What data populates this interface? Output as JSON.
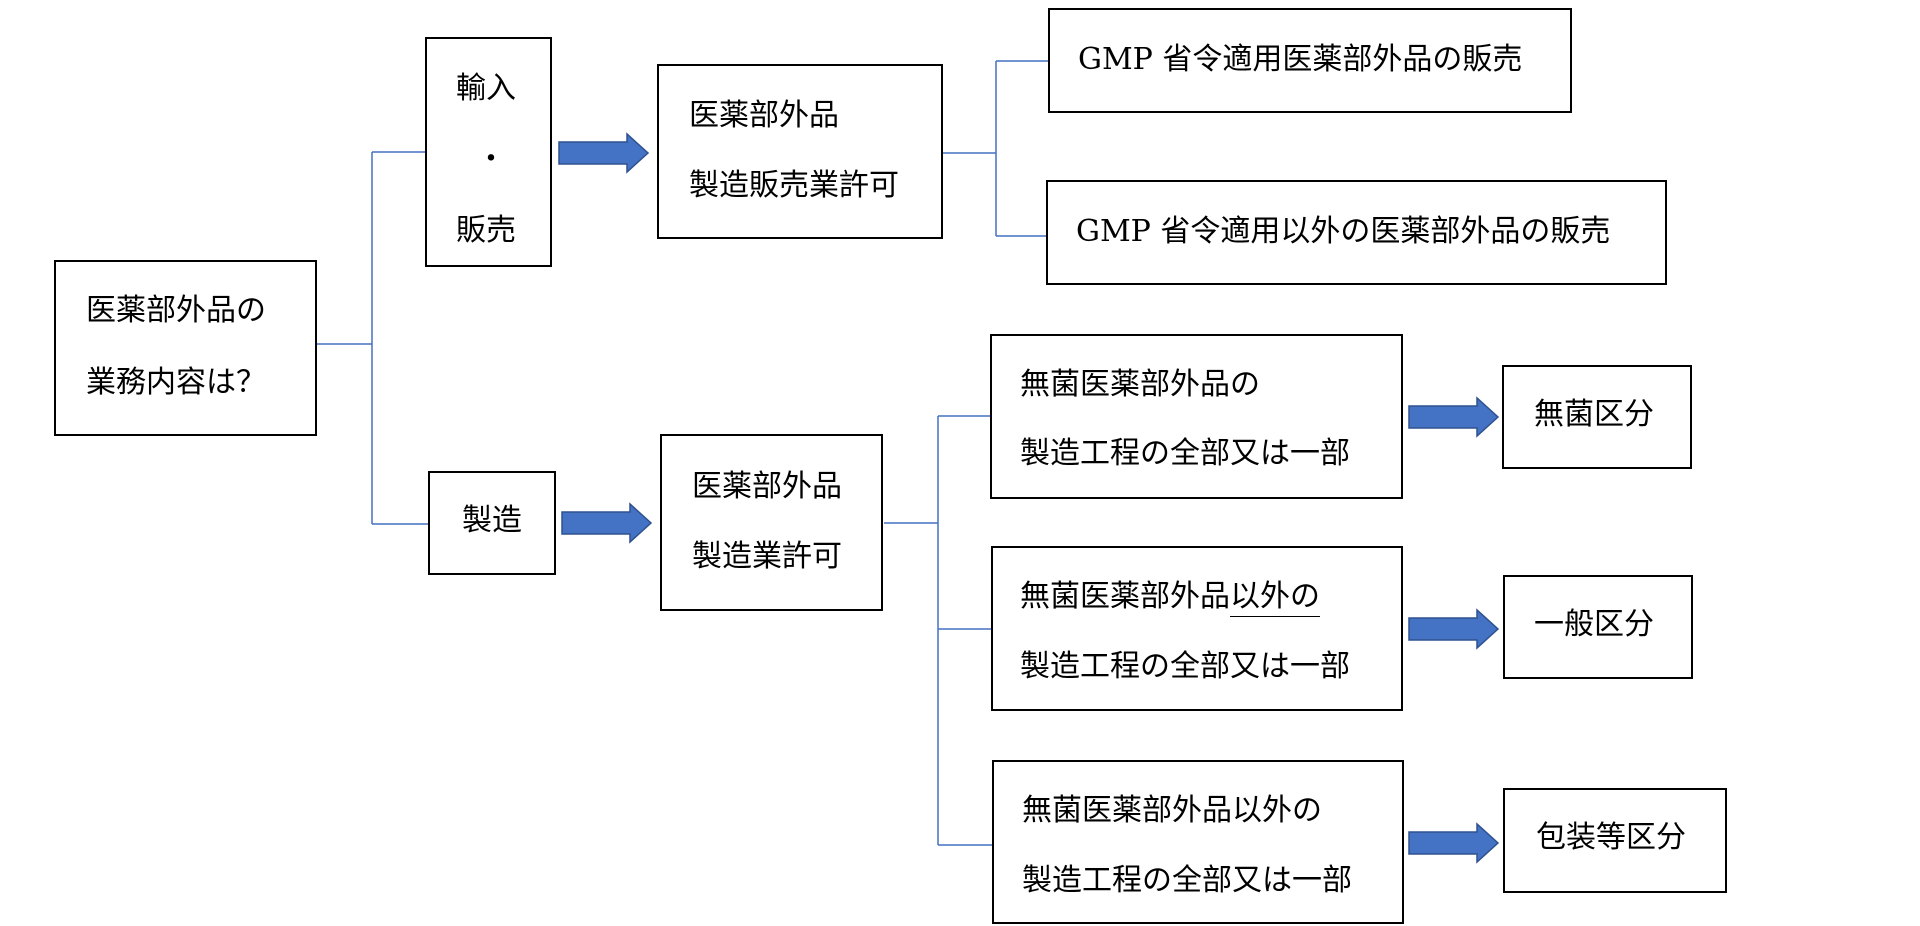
{
  "root": {
    "line1": "医薬部外品の",
    "line2": "業務内容は？"
  },
  "import_sale": {
    "line1": "輸入",
    "line2": "・",
    "line3": "販売"
  },
  "manufacture": {
    "label": "製造"
  },
  "mfg_sales_license": {
    "line1": "医薬部外品",
    "line2": "製造販売業許可"
  },
  "mfg_license": {
    "line1": "医薬部外品",
    "line2": "製造業許可"
  },
  "gmp_sale": {
    "label": "GMP 省令適用医薬部外品の販売"
  },
  "non_gmp_sale": {
    "label": "GMP 省令適用以外の医薬部外品の販売"
  },
  "sterile_process": {
    "line1": "無菌医薬部外品の",
    "line2": "製造工程の全部又は一部"
  },
  "non_sterile_process": {
    "line1_plain": "無菌医薬部外品",
    "line1_underlined": "以外の",
    "line2": "製造工程の全部又は一部"
  },
  "packaging_process": {
    "line1": "無菌医薬部外品以外の",
    "line2": "製造工程の全部又は一部"
  },
  "sterile_category": {
    "label": "無菌区分"
  },
  "general_category": {
    "label": "一般区分"
  },
  "packaging_category": {
    "label": "包装等区分"
  },
  "colors": {
    "connector": "#4472C4",
    "arrow_fill": "#4472C4",
    "arrow_stroke": "#2F528F",
    "box_border": "#000000"
  }
}
